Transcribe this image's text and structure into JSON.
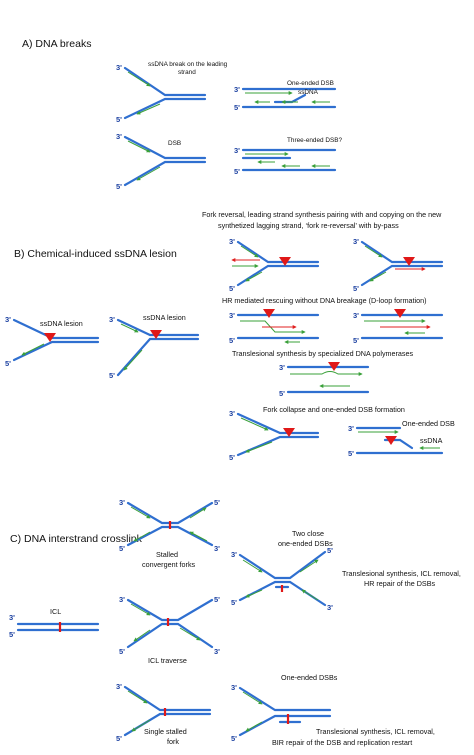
{
  "sections": {
    "a": "A) DNA breaks",
    "b": "B) Chemical-induced ssDNA lesion",
    "c": "C) DNA interstrand crosslink"
  },
  "labels": {
    "ss_break_1": "ssDNA break on the leading",
    "ss_break_2": "strand",
    "one_ended_dsb": "One-ended DSB",
    "ssdna": "ssDNA",
    "dsb": "DSB",
    "three_ended": "Three-ended DSB?",
    "fork_rev_1": "Fork reversal, leading strand synthesis pairing with and copying on the new",
    "fork_rev_2": "synthetized lagging strand, ‘fork re-reversal’ with by-pass",
    "ss_lesion": "ssDNA lesion",
    "hr_rescue": "HR mediated rescuing without DNA breakage (D-loop formation)",
    "tls": "Translesional synthesis by specialized DNA polymerases",
    "fork_collapse": "Fork collapse and one-ended DSB formation",
    "stalled_conv_1": "Stalled",
    "stalled_conv_2": "convergent forks",
    "two_close_1": "Two close",
    "two_close_2": "one-ended DSBs",
    "tls_icl_1": "Translesional synthesis, ICL removal,",
    "tls_icl_2": "HR repair of the DSBs",
    "icl": "ICL",
    "icl_traverse": "ICL traverse",
    "one_ended_dsbs": "One-ended DSBs",
    "single_stalled_1": "Single stalled",
    "single_stalled_2": "fork",
    "bir_1": "Translesional synthesis, ICL removal,",
    "bir_2": "BIR repair of the DSB and replication restart"
  },
  "ends": {
    "three": "3'",
    "five": "5'"
  },
  "colors": {
    "parental": "#2f6fd0",
    "nascent": "#3aa03a",
    "reversed": "#e02020",
    "lesion": "#e01818",
    "end_label": "#1a3fa0"
  }
}
